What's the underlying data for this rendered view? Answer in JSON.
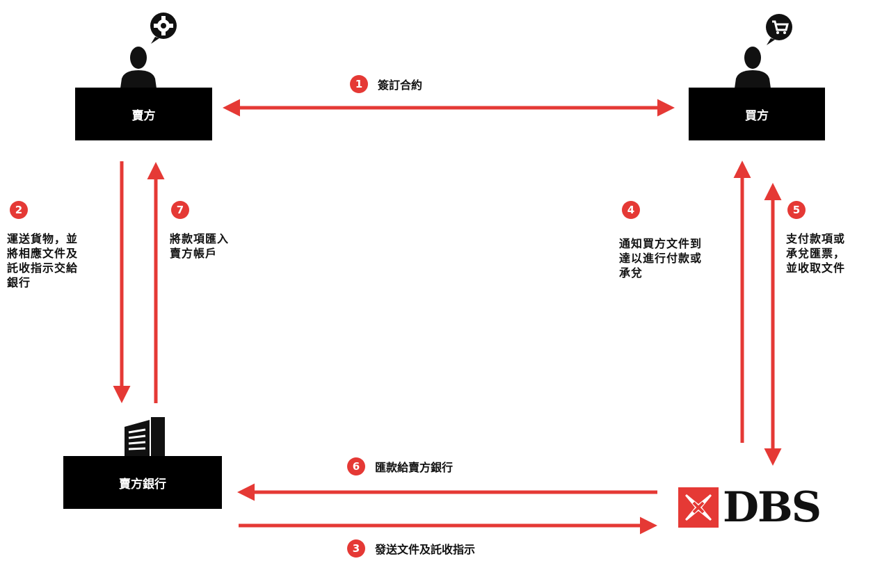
{
  "parties": {
    "seller": "賣方",
    "buyer": "買方",
    "seller_bank": "賣方銀行",
    "dbs_brand": "DBS"
  },
  "steps": [
    {
      "number": "1",
      "label": "簽訂合約"
    },
    {
      "number": "2",
      "lines": [
        "運送貨物，並",
        "將相應文件及",
        "託收指示交給",
        "銀行"
      ]
    },
    {
      "number": "3",
      "label": "發送文件及託收指示"
    },
    {
      "number": "4",
      "lines": [
        "通知買方文件到",
        "達以進行付款或",
        "承兌"
      ]
    },
    {
      "number": "5",
      "lines": [
        "支付款項或",
        "承兌匯票，",
        "並收取文件"
      ]
    },
    {
      "number": "6",
      "label": "匯款給賣方銀行"
    },
    {
      "number": "7",
      "lines": [
        "將款項匯入",
        "賣方帳戶"
      ]
    }
  ],
  "colors": {
    "arrow": "#e53935",
    "box": "#000000",
    "badge": "#e53935"
  },
  "icons": [
    "gear-icon",
    "cart-icon",
    "building-icon",
    "dbs-logo-icon"
  ]
}
